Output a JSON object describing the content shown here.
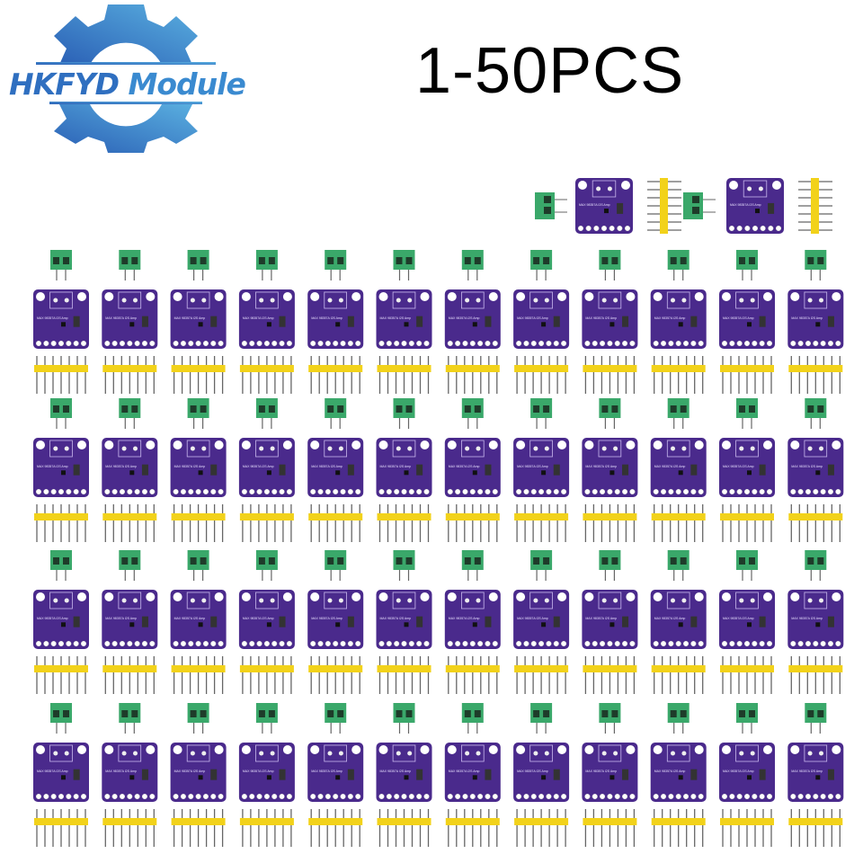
{
  "logo": {
    "brand": "HKFYD",
    "suffix": "Module",
    "colors": {
      "gear": "#3d86d0",
      "text": "#2f6fc0"
    }
  },
  "title": "1-50PCS",
  "product": {
    "board_label": "MAX 98357A I2S Amp",
    "colors": {
      "pcb": "#4a2a8c",
      "terminal": "#3aa86a",
      "header": "#f2d21a",
      "pin": "#666666"
    }
  }
}
